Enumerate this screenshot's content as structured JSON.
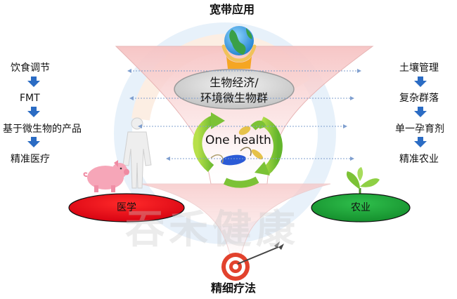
{
  "top_title": "宽带应用",
  "bottom_title": "精细疗法",
  "center": {
    "line1": "生物经济/",
    "line2": "环境微生物群",
    "cycle_label": "One health"
  },
  "left": {
    "oval_label": "医学",
    "items": [
      "饮食调节",
      "FMT",
      "基于微生物的产品",
      "精准医疗"
    ]
  },
  "right": {
    "oval_label": "农业",
    "items": [
      "土壤管理",
      "复杂群落",
      "单一孕育剂",
      "精准农业"
    ]
  },
  "watermark": "吞禾健康",
  "colors": {
    "medicine": "#e60012",
    "agriculture": "#1e9e3a",
    "step_arrow": "#2b6cc4",
    "funnel": "#f7c9c9"
  }
}
